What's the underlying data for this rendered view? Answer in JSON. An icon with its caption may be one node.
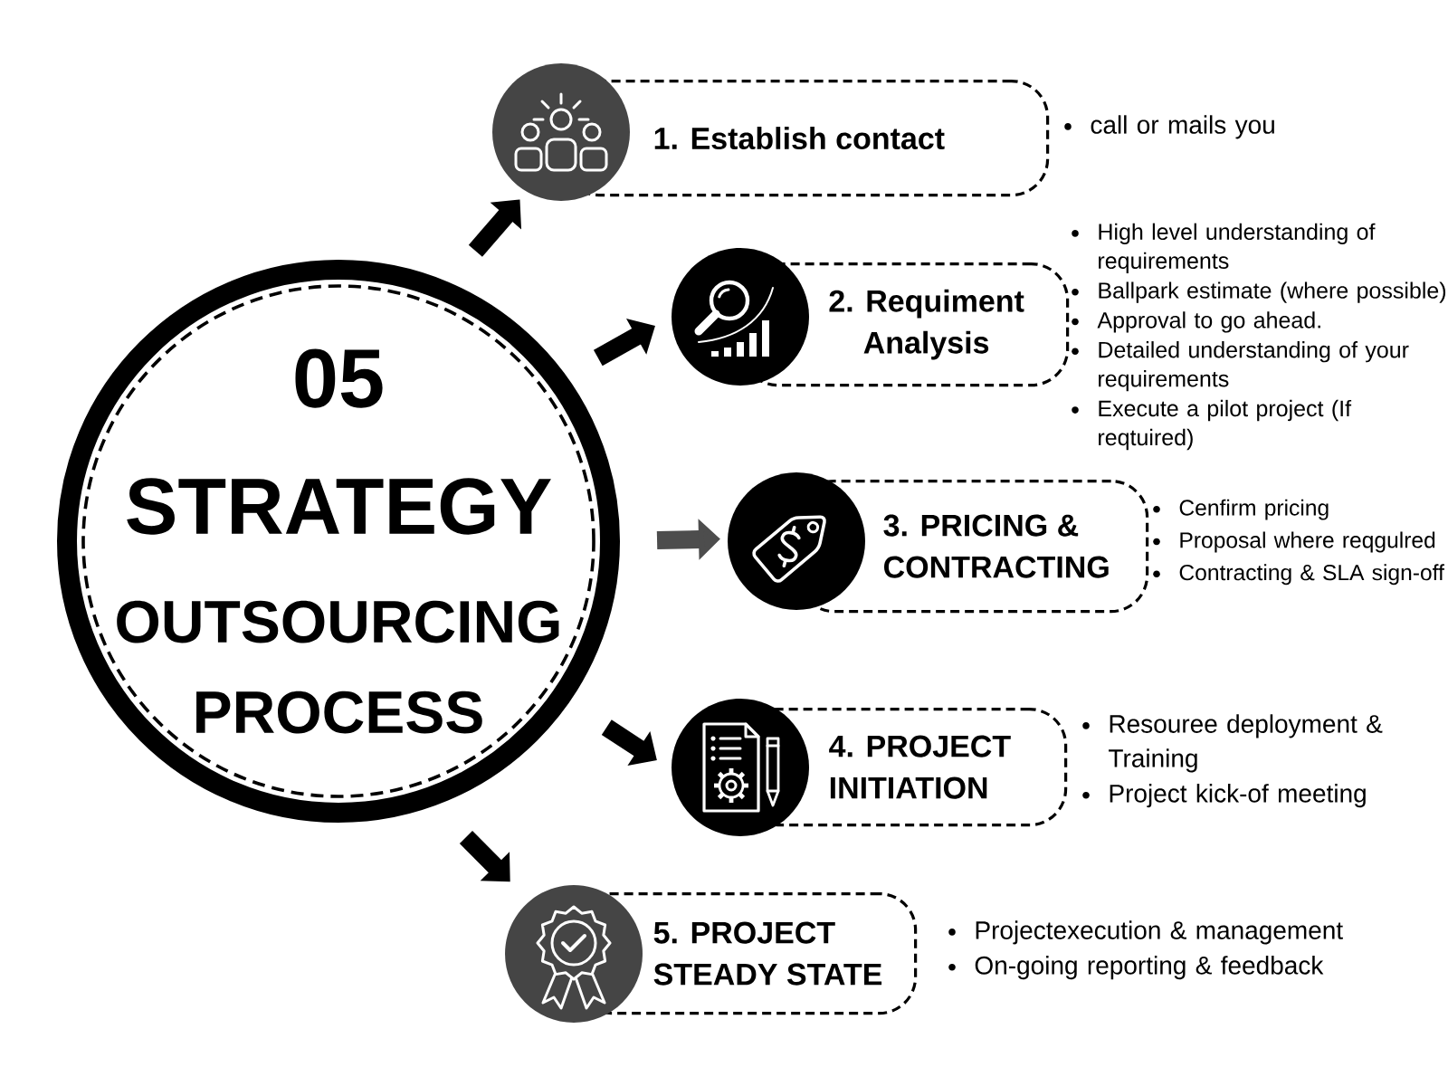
{
  "diagram": {
    "nodes": [
      {
        "text": [
          "05",
          "STRATEGY",
          "OUTSOURCING PROCESS"
        ]
      },
      {
        "text": [],
        "shape": "circle"
      },
      {
        "text": [
          "1. Establish contact"
        ],
        "beside": [
          "call or mails you"
        ]
      },
      {
        "text": [],
        "shape": "circle"
      },
      {
        "text": [
          "2. Requiment Analysis"
        ],
        "beside": [
          "High level understanding of requirements",
          "Ballpark estimate (where possible)",
          "Approval to go ahead.",
          "Detailed understanding of your requirements",
          "Execute a pilot project (If reqtuired)"
        ]
      },
      {
        "text": [],
        "shape": "circle"
      },
      {
        "text": [
          "3. PRICING & CONTRACTING"
        ],
        "beside": [
          "Cenfirm pricing",
          "Proposal where reqgulred",
          "Contracting & SLA sign-off"
        ]
      },
      {
        "text": [],
        "shape": "circle"
      },
      {
        "text": [
          "4. PROJECT INITIATION"
        ],
        "beside": [
          "Resouree deployment & Training",
          "Project kick-of meeting"
        ]
      },
      {
        "text": [],
        "shape": "circle"
      },
      {
        "text": [
          "5. PROJECT STEADY STATE"
        ],
        "beside": [
          "Projectexecution & management",
          "On-going reporting & feedback"
        ]
      }
    ],
    "edges": [
      {
        "from": 0,
        "to": 1,
        "arrow": "to"
      },
      {
        "from": 0,
        "to": 3,
        "arrow": "to"
      },
      {
        "from": 0,
        "to": 5,
        "arrow": "to",
        "color": "#4d4d4d"
      },
      {
        "from": 0,
        "to": 7,
        "arrow": "to"
      },
      {
        "from": 0,
        "to": 9,
        "arrow": "to"
      }
    ]
  }
}
